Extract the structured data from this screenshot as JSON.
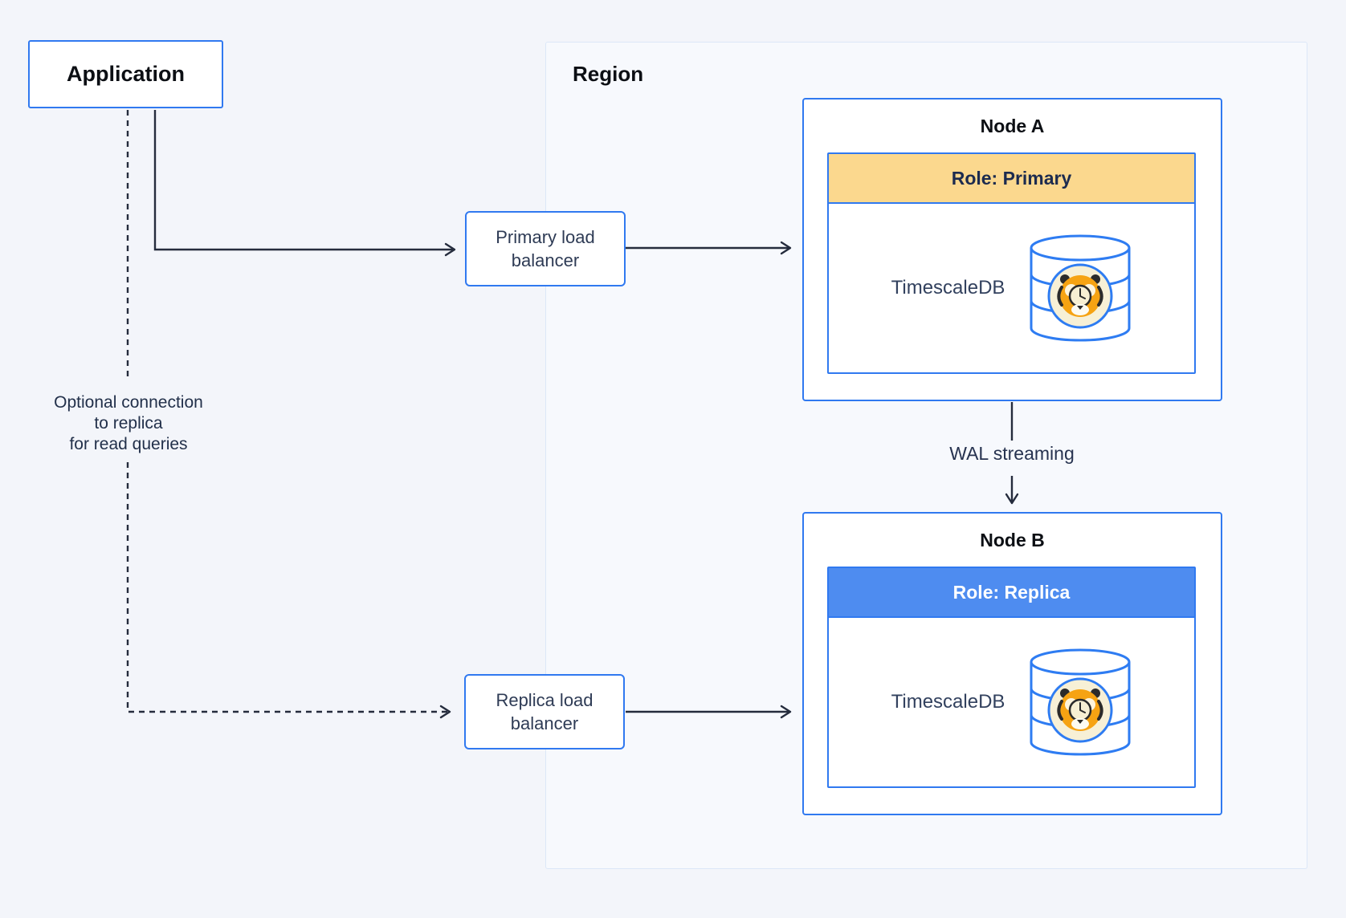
{
  "application": {
    "label": "Application"
  },
  "region": {
    "label": "Region"
  },
  "nodes": [
    {
      "title": "Node A",
      "role_label": "Role: Primary",
      "db_label": "TimescaleDB"
    },
    {
      "title": "Node B",
      "role_label": "Role: Replica",
      "db_label": "TimescaleDB"
    }
  ],
  "load_balancers": [
    {
      "label": "Primary load balancer"
    },
    {
      "label": "Replica load balancer"
    }
  ],
  "connections": {
    "wal_label": "WAL streaming",
    "optional_note_lines": [
      "Optional connection",
      "to replica",
      "for read queries"
    ]
  },
  "colors": {
    "page_bg": "#F3F5FA",
    "region_bg": "#F7F9FD",
    "region_border": "#DCE7F8",
    "box_border_blue": "#3079F0",
    "primary_role_bg": "#FBD88E",
    "primary_role_text": "#1C2B4F",
    "replica_role_bg": "#4E8CF0",
    "replica_role_text": "#FFFFFF",
    "connector": "#252C3D",
    "body_text": "#2E3B55",
    "tiger_orange": "#F6A313",
    "badge_cream": "#F7F0D6"
  }
}
